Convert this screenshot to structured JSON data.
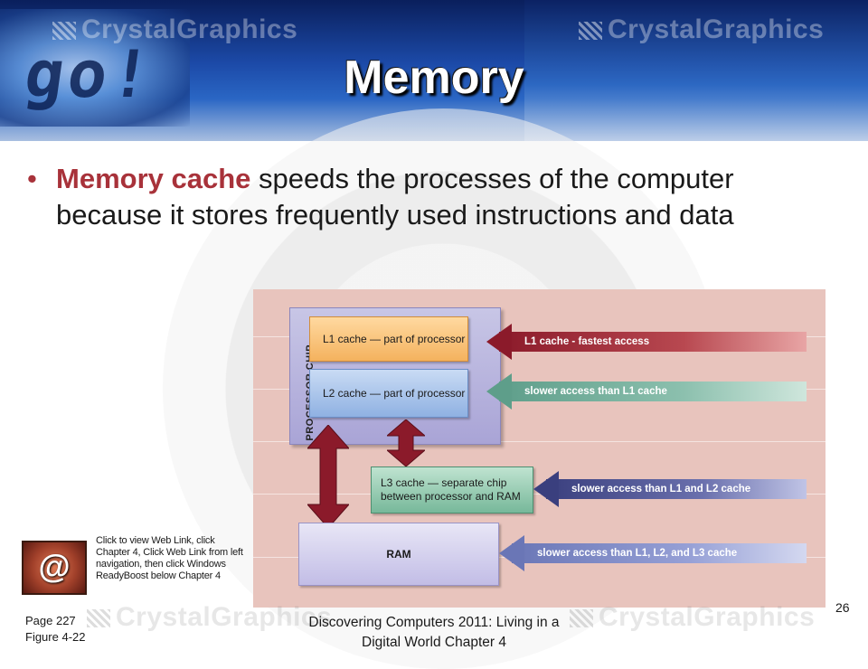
{
  "slide": {
    "title": "Memory",
    "watermark": "CrystalGraphics",
    "header_word": "go!",
    "bullet": {
      "keyword": "Memory cache",
      "text": " speeds the processes of the computer because it stores frequently used instructions and data"
    },
    "figure": {
      "chip_label": "PROCESSOR CHIP",
      "l1_label": "L1 cache — part of processor",
      "l2_label": "L2 cache — part of processor",
      "l3_label": "L3 cache — separate chip between processor and RAM",
      "ram_label": "RAM",
      "access_l1": "L1 cache - fastest access",
      "access_l2": "slower access than L1 cache",
      "access_l3": "slower access than L1 and L2 cache",
      "access_ram": "slower access than L1, L2, and L3 cache"
    },
    "weblink": {
      "icon": "at-sign-icon",
      "text": "Click to view Web Link, click Chapter 4, Click Web Link from left navigation, then click Windows ReadyBoost below Chapter 4"
    },
    "page_ref": "Page 227",
    "figure_ref": "Figure 4-22",
    "footer_line1": "Discovering Computers 2011: Living in a",
    "footer_line2": "Digital World Chapter 4",
    "slide_number": "26"
  },
  "colors": {
    "keyword": "#a8323a",
    "figure_bg": "#e8c4bd",
    "arrow_dark_red": "#8b1a2a"
  }
}
